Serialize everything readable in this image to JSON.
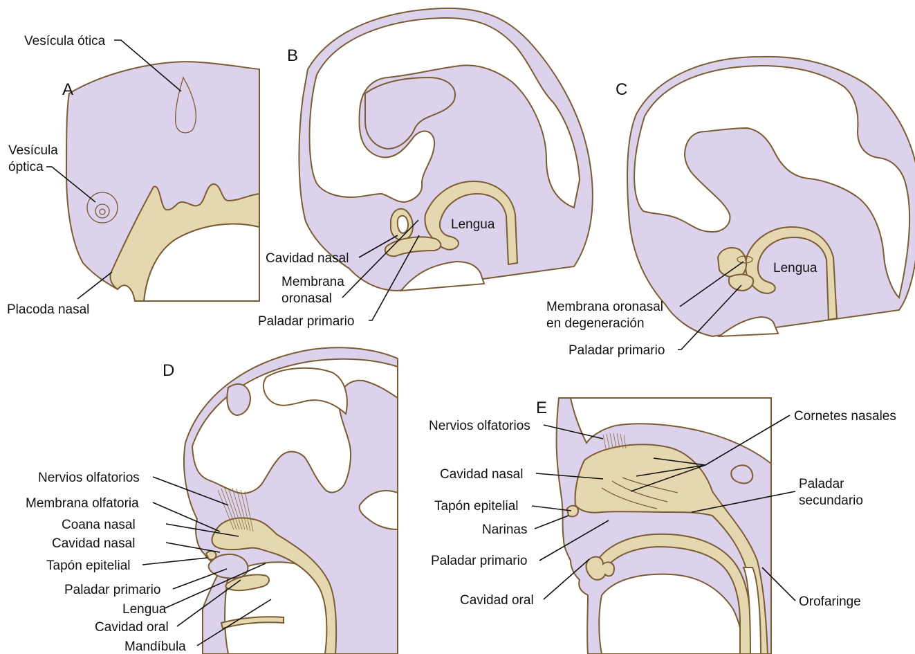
{
  "panels": {
    "a": "A",
    "b": "B",
    "c": "C",
    "d": "D",
    "e": "E"
  },
  "labels": {
    "a_vesicula_otica": "Vesícula ótica",
    "a_vesicula_optica_1": "Vesícula",
    "a_vesicula_optica_2": "óptica",
    "a_placoda_nasal": "Placoda nasal",
    "b_cavidad_nasal": "Cavidad nasal",
    "b_membrana_1": "Membrana",
    "b_membrana_2": "oronasal",
    "b_paladar_primario": "Paladar primario",
    "b_lengua": "Lengua",
    "c_lengua": "Lengua",
    "c_membrana_1": "Membrana oronasal",
    "c_membrana_2": "en degeneración",
    "c_paladar_primario": "Paladar primario",
    "d_nervios_olfatorios": "Nervios olfatorios",
    "d_membrana_olfatoria": "Membrana olfatoria",
    "d_coana_nasal": "Coana nasal",
    "d_cavidad_nasal": "Cavidad nasal",
    "d_tapon_epitelial": "Tapón epitelial",
    "d_paladar_primario": "Paladar primario",
    "d_lengua": "Lengua",
    "d_cavidad_oral": "Cavidad oral",
    "d_mandibula": "Mandíbula",
    "e_nervios_olfatorios": "Nervios olfatorios",
    "e_cavidad_nasal": "Cavidad nasal",
    "e_tapon_epitelial": "Tapón epitelial",
    "e_narinas": "Narinas",
    "e_paladar_primario": "Paladar primario",
    "e_cavidad_oral": "Cavidad oral",
    "e_cornetes_nasales": "Cornetes nasales",
    "e_paladar_secundario_1": "Paladar",
    "e_paladar_secundario_2": "secundario",
    "e_orofaringe": "Orofaringe"
  },
  "colors": {
    "tissue": "#dcd2ec",
    "bone": "#e5d8b0",
    "outline": "#7a5c33",
    "leader": "#111111"
  }
}
